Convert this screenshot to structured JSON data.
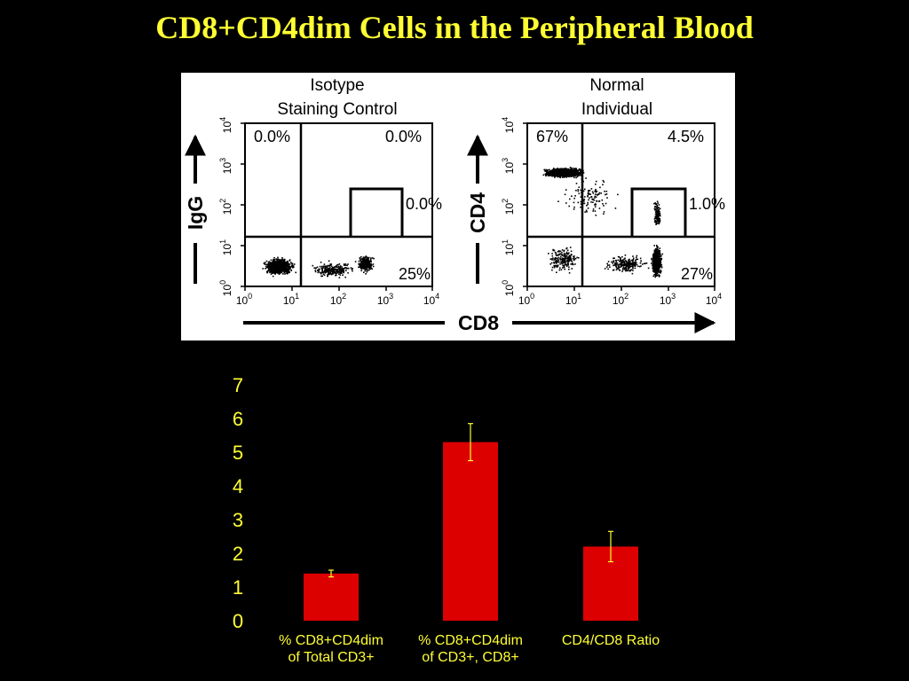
{
  "title": "CD8+CD4dim Cells in the Peripheral Blood",
  "flow_panel": {
    "left_plot": {
      "title_line1": "Isotype",
      "title_line2": "Staining Control",
      "y_marker": "IgG",
      "quadrants": {
        "upper_left": "0.0%",
        "upper_right": "0.0%",
        "gate": "0.0%",
        "lower_right": "25%"
      }
    },
    "right_plot": {
      "title_line1": "Normal",
      "title_line2": "Individual",
      "y_marker": "CD4",
      "quadrants": {
        "upper_left": "67%",
        "upper_right": "4.5%",
        "gate": "1.0%",
        "lower_right": "27%"
      }
    },
    "x_marker": "CD8",
    "tick_base": "10",
    "tick_exponents": [
      "0",
      "1",
      "2",
      "3",
      "4"
    ]
  },
  "chart_data": {
    "type": "bar",
    "categories": [
      "% CD8+CD4dim of Total CD3+",
      "% CD8+CD4dim of CD3+, CD8+",
      "CD4/CD8 Ratio"
    ],
    "category_lines": [
      [
        "% CD8+CD4dim",
        "of Total CD3+"
      ],
      [
        "% CD8+CD4dim",
        "of CD3+, CD8+"
      ],
      [
        "CD4/CD8 Ratio",
        ""
      ]
    ],
    "values": [
      1.4,
      5.3,
      2.2
    ],
    "error": [
      0.1,
      0.55,
      0.45
    ],
    "ylim": [
      0,
      7
    ],
    "yticks": [
      "0",
      "1",
      "2",
      "3",
      "4",
      "5",
      "6",
      "7"
    ],
    "bar_color": "#dd0000",
    "text_color": "#ffff33",
    "grid": false
  }
}
